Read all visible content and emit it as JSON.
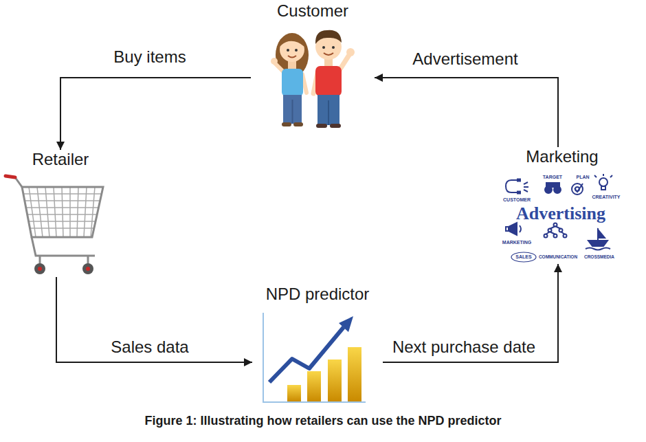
{
  "diagram": {
    "caption": "Figure 1: Illustrating how retailers can use the NPD predictor",
    "nodes": [
      {
        "text": [
          "Customer"
        ]
      },
      {
        "text": [
          "Retailer"
        ]
      },
      {
        "text": [
          "Marketing"
        ]
      },
      {
        "text": [
          "NPD predictor"
        ]
      }
    ],
    "edges": [
      {
        "from": 0,
        "to": 1,
        "label": "Buy items",
        "arrow": "to"
      },
      {
        "from": 2,
        "to": 0,
        "label": "Advertisement",
        "arrow": "to"
      },
      {
        "from": 1,
        "to": 3,
        "label": "Sales data",
        "arrow": "to"
      },
      {
        "from": 3,
        "to": 2,
        "label": "Next purchase date",
        "arrow": "to"
      }
    ],
    "labels": [
      "TARGET",
      "PLAN",
      "CUSTOMER",
      "CREATIVITY",
      "Advertising",
      "MARKETING",
      "SALES",
      "COMMUNICATION",
      "CROSSMEDIA"
    ]
  }
}
